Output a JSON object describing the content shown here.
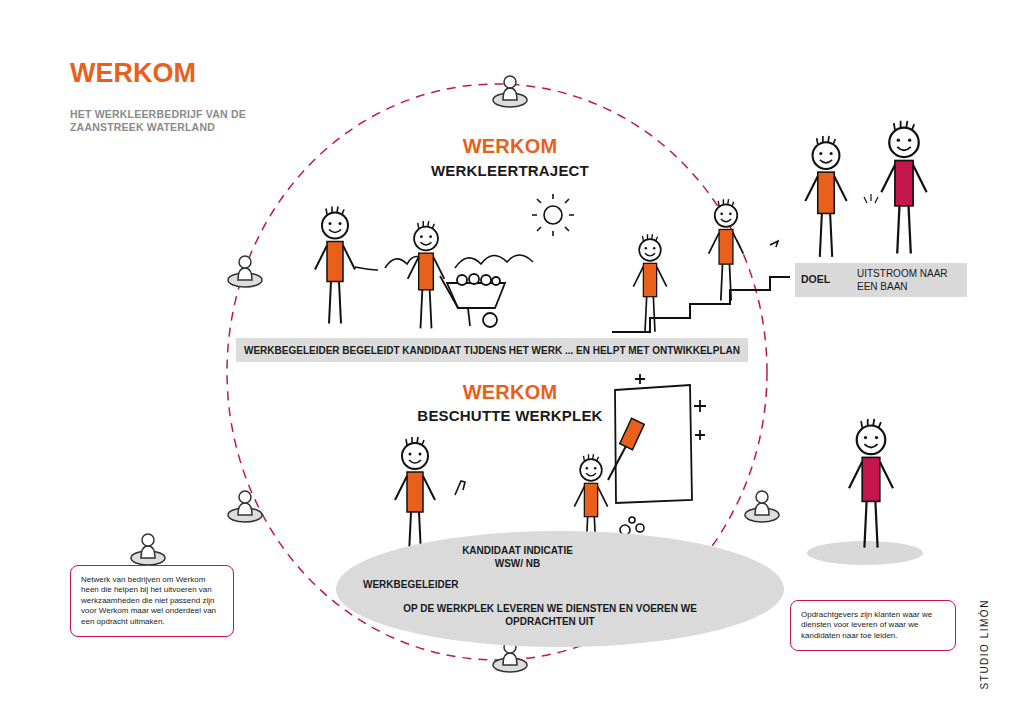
{
  "diagram": {
    "title": "WERKOM",
    "nodes": [
      {
        "text": [
          "DOEL",
          "UITSTROOM NAAR EEN BAAN"
        ]
      },
      {
        "text": [
          "WERKBEGELEIDER BEGELEIDT KANDIDAAT TIJDENS HET WERK ... EN HELPT MET ONTWIKKELPLAN"
        ]
      },
      {
        "text": [
          "KANDIDAAT INDICATIE WSW/ NB",
          "WERKBEGELEIDER",
          "OP DE WERKPLEK LEVEREN WE DIENSTEN EN VOEREN WE OPDRACHTEN UIT"
        ]
      },
      {
        "text": [
          "Netwerk van bedrijven om Werkom heen die helpen bij het uitvoeren van werkzaamheden die niet passend zijn voor Werkom maar wel onderdeel van een opdracht uitmaken."
        ]
      },
      {
        "text": [
          "Opdrachtgevers zijn klanten waar we diensten voor leveren of waar we kandidaten naar toe leiden."
        ]
      }
    ],
    "labels": [
      "HET WERKLEERBEDRIJF VAN DE ZAANSTREEK WATERLAND",
      "WERKOM",
      "WERKLEERTRAJECT",
      "WERKOM",
      "BESCHUTTE WERKPLEK",
      "STUDIO LIMÓN"
    ]
  }
}
